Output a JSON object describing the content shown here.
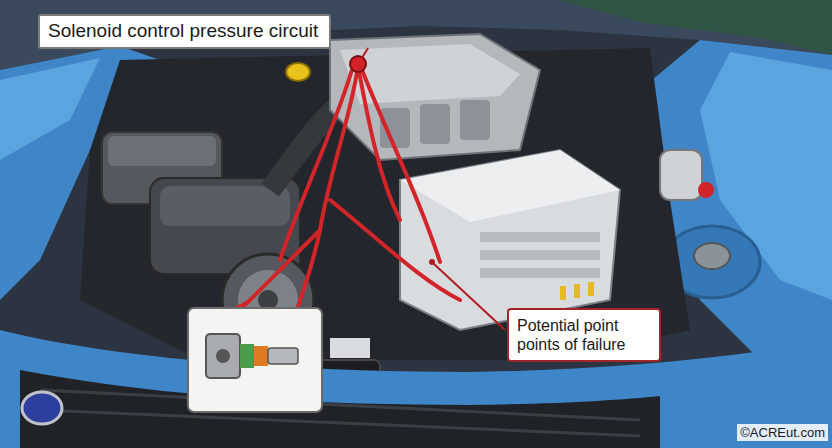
{
  "diagram": {
    "nodes": [
      {
        "text": [
          "Solenoid control pressure circuit"
        ]
      },
      {
        "text": [
          "Potential point points of failure"
        ]
      }
    ],
    "labels": [
      "©ACREut.com"
    ]
  }
}
